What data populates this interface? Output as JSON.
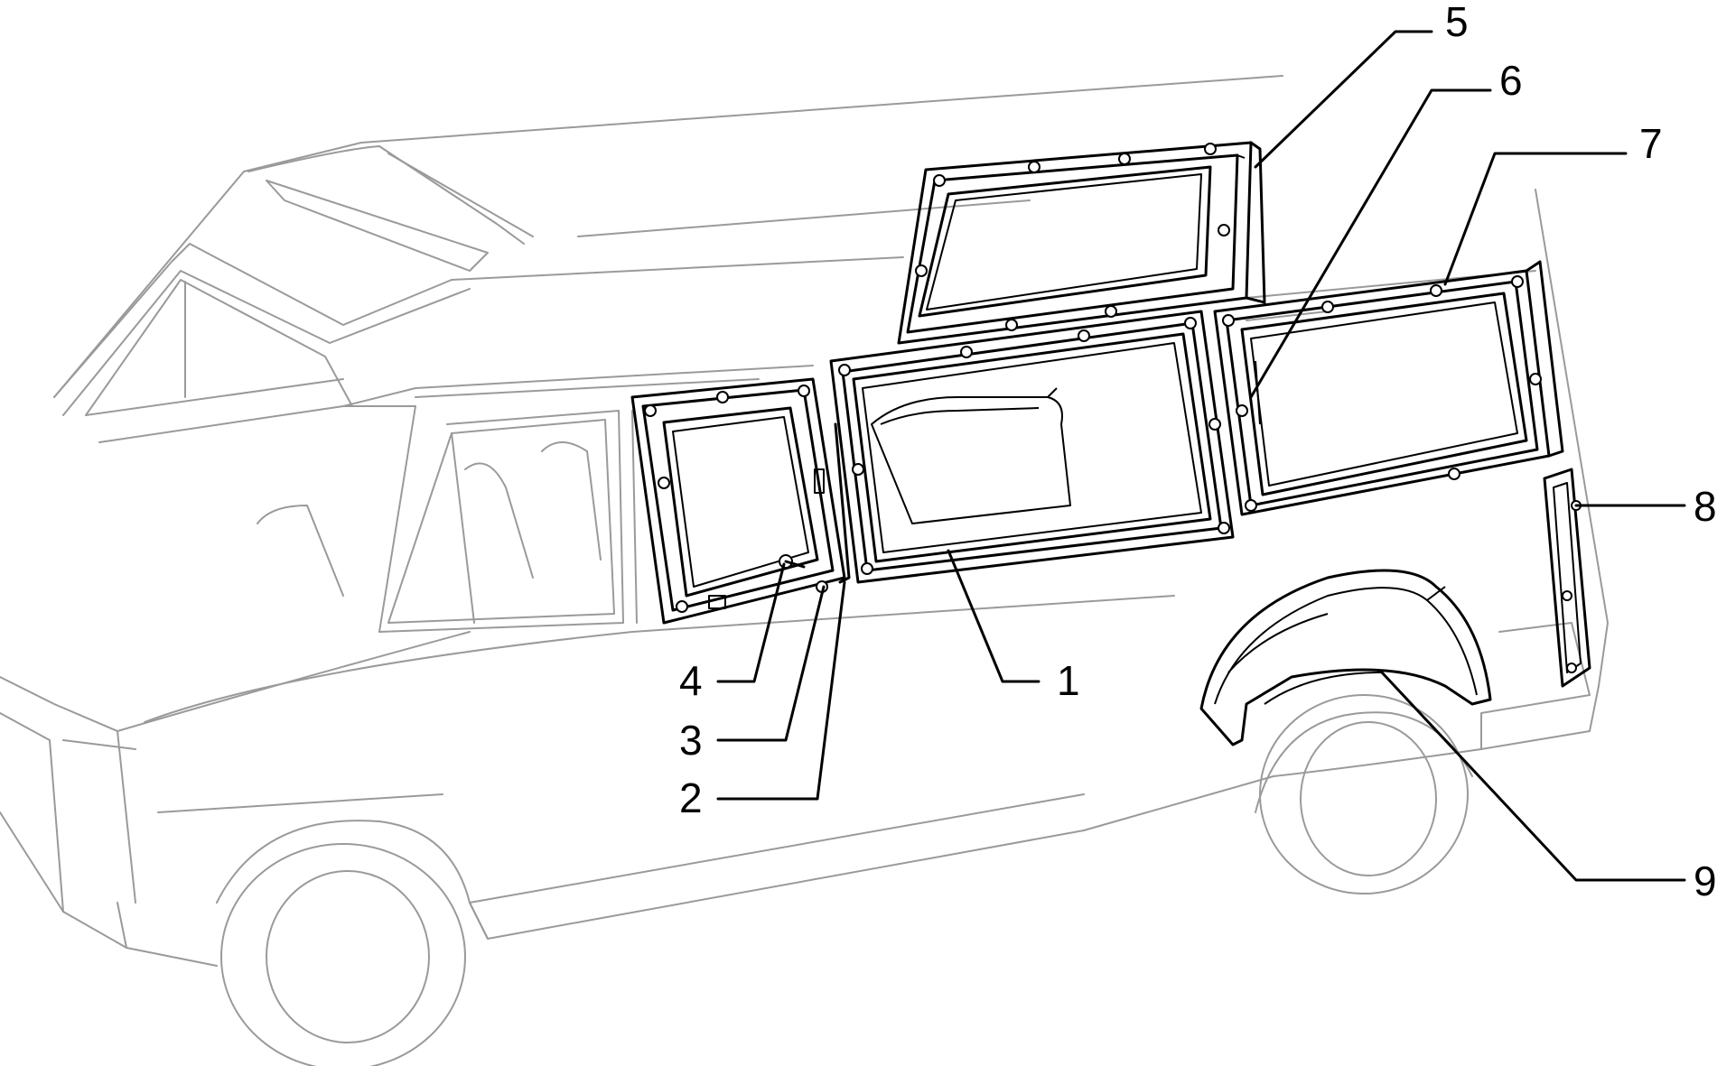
{
  "diagram": {
    "callouts": [
      {
        "id": "c1",
        "label": "1"
      },
      {
        "id": "c2",
        "label": "2"
      },
      {
        "id": "c3",
        "label": "3"
      },
      {
        "id": "c4",
        "label": "4"
      },
      {
        "id": "c5",
        "label": "5"
      },
      {
        "id": "c6",
        "label": "6"
      },
      {
        "id": "c7",
        "label": "7"
      },
      {
        "id": "c8",
        "label": "8"
      },
      {
        "id": "c9",
        "label": "9"
      }
    ]
  },
  "colors": {
    "background": "#ffffff",
    "parts": "#000000",
    "vehicle_outline": "#9a9a9a"
  }
}
